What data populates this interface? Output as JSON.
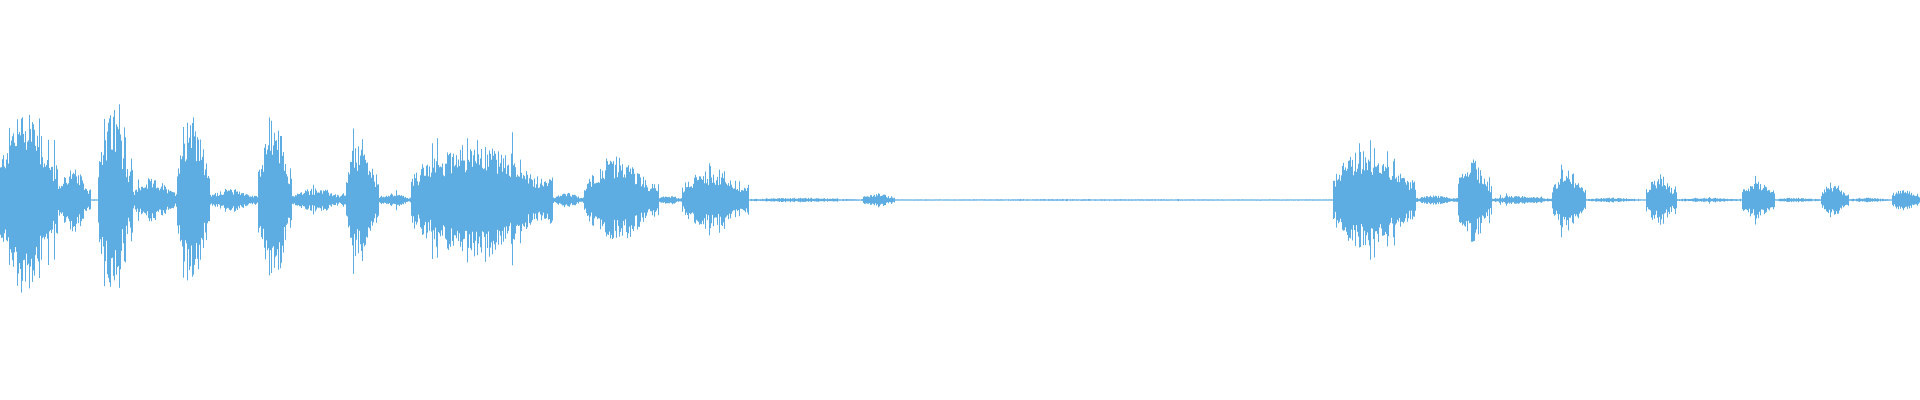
{
  "waveform": {
    "color": "#5dade2",
    "background": "#ffffff",
    "segments": [
      {
        "start": 0.0,
        "end": 0.03,
        "amp": 0.42,
        "peak": 0.52
      },
      {
        "start": 0.03,
        "end": 0.047,
        "amp": 0.14,
        "peak": 0.2
      },
      {
        "start": 0.051,
        "end": 0.069,
        "amp": 0.38,
        "peak": 0.49
      },
      {
        "start": 0.069,
        "end": 0.092,
        "amp": 0.09,
        "peak": 0.12
      },
      {
        "start": 0.092,
        "end": 0.109,
        "amp": 0.42,
        "peak": 0.53
      },
      {
        "start": 0.109,
        "end": 0.134,
        "amp": 0.05,
        "peak": 0.08
      },
      {
        "start": 0.134,
        "end": 0.152,
        "amp": 0.35,
        "peak": 0.46
      },
      {
        "start": 0.152,
        "end": 0.18,
        "amp": 0.05,
        "peak": 0.08
      },
      {
        "start": 0.18,
        "end": 0.197,
        "amp": 0.26,
        "peak": 0.36
      },
      {
        "start": 0.197,
        "end": 0.214,
        "amp": 0.03,
        "peak": 0.05
      },
      {
        "start": 0.214,
        "end": 0.288,
        "amp": 0.26,
        "peak": 0.33
      },
      {
        "start": 0.288,
        "end": 0.304,
        "amp": 0.03,
        "peak": 0.05
      },
      {
        "start": 0.304,
        "end": 0.343,
        "amp": 0.18,
        "peak": 0.23
      },
      {
        "start": 0.343,
        "end": 0.355,
        "amp": 0.02,
        "peak": 0.03
      },
      {
        "start": 0.355,
        "end": 0.39,
        "amp": 0.14,
        "peak": 0.18
      },
      {
        "start": 0.39,
        "end": 0.449,
        "amp": 0.01,
        "peak": 0.01
      },
      {
        "start": 0.449,
        "end": 0.466,
        "amp": 0.03,
        "peak": 0.05
      },
      {
        "start": 0.466,
        "end": 0.694,
        "amp": 0.004,
        "peak": 0.005
      },
      {
        "start": 0.694,
        "end": 0.737,
        "amp": 0.24,
        "peak": 0.33
      },
      {
        "start": 0.737,
        "end": 0.759,
        "amp": 0.02,
        "peak": 0.04
      },
      {
        "start": 0.759,
        "end": 0.777,
        "amp": 0.18,
        "peak": 0.36
      },
      {
        "start": 0.777,
        "end": 0.808,
        "amp": 0.02,
        "peak": 0.03
      },
      {
        "start": 0.808,
        "end": 0.826,
        "amp": 0.14,
        "peak": 0.24
      },
      {
        "start": 0.826,
        "end": 0.857,
        "amp": 0.01,
        "peak": 0.02
      },
      {
        "start": 0.857,
        "end": 0.873,
        "amp": 0.11,
        "peak": 0.18
      },
      {
        "start": 0.873,
        "end": 0.907,
        "amp": 0.01,
        "peak": 0.02
      },
      {
        "start": 0.907,
        "end": 0.924,
        "amp": 0.09,
        "peak": 0.15
      },
      {
        "start": 0.924,
        "end": 0.948,
        "amp": 0.01,
        "peak": 0.02
      },
      {
        "start": 0.948,
        "end": 0.963,
        "amp": 0.07,
        "peak": 0.12
      },
      {
        "start": 0.963,
        "end": 0.985,
        "amp": 0.01,
        "peak": 0.02
      },
      {
        "start": 0.985,
        "end": 1.0,
        "amp": 0.05,
        "peak": 0.08
      }
    ]
  }
}
